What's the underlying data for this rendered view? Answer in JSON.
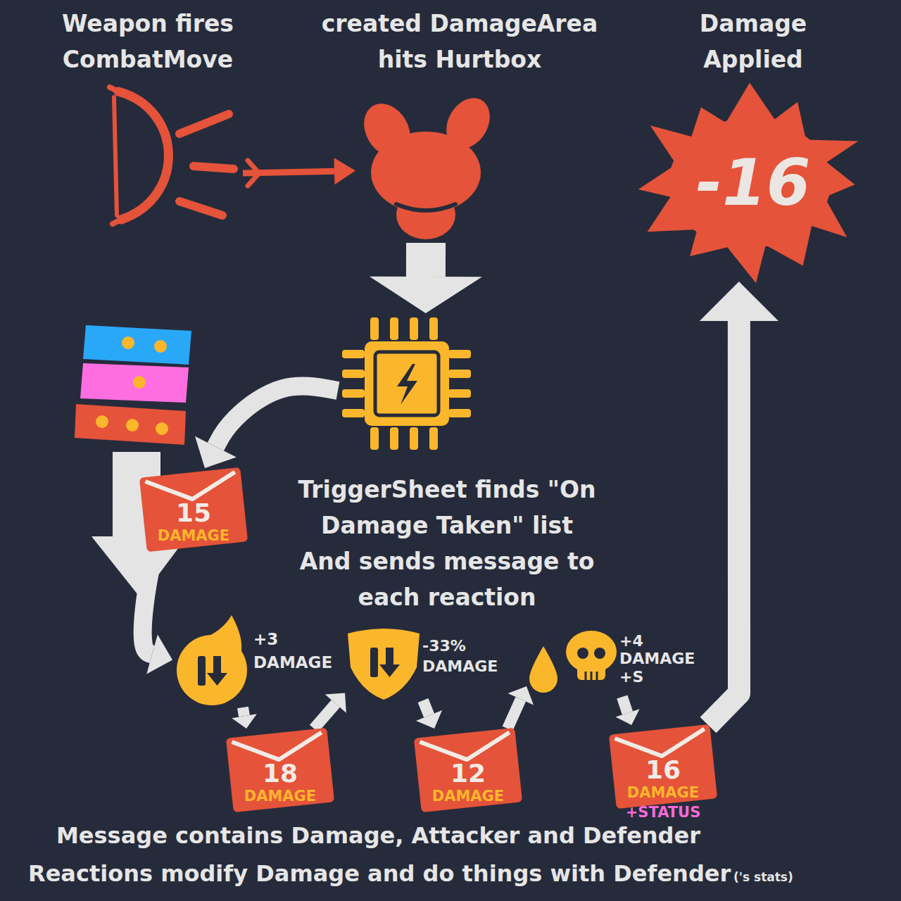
{
  "diagram": {
    "nodes": [
      {
        "text": [
          "Weapon fires CombatMove"
        ]
      },
      {
        "text": [
          "created DamageArea hits Hurtbox"
        ]
      },
      {
        "text": [
          "Damage Applied",
          "-16"
        ]
      },
      {
        "text": [
          "TriggerSheet finds \"On Damage Taken\" list And sends message to each reaction"
        ]
      },
      {
        "text": [
          "15",
          "DAMAGE"
        ]
      },
      {
        "text": [
          "+3 DAMAGE"
        ]
      },
      {
        "text": [
          "18",
          "DAMAGE"
        ]
      },
      {
        "text": [
          "-33% DAMAGE"
        ]
      },
      {
        "text": [
          "12",
          "DAMAGE"
        ]
      },
      {
        "text": [
          "+4 DAMAGE +S"
        ]
      },
      {
        "text": [
          "16",
          "DAMAGE",
          "+STATUS"
        ]
      }
    ],
    "edges": [
      {
        "from": 0,
        "to": 1,
        "arrow": "to"
      },
      {
        "from": 1,
        "to": 3,
        "arrow": "to"
      },
      {
        "from": 3,
        "to": 4,
        "arrow": "to"
      },
      {
        "from": 4,
        "to": 5,
        "arrow": "to"
      },
      {
        "from": 5,
        "to": 6,
        "arrow": "to"
      },
      {
        "from": 6,
        "to": 7,
        "arrow": "to"
      },
      {
        "from": 7,
        "to": 8,
        "arrow": "to"
      },
      {
        "from": 8,
        "to": 9,
        "arrow": "to"
      },
      {
        "from": 9,
        "to": 10,
        "arrow": "to"
      },
      {
        "from": 10,
        "to": 2,
        "arrow": "to"
      }
    ],
    "labels": [
      "Message contains Damage, Attacker and Defender",
      "Reactions modify Damage and do things with Defender",
      "('s stats)"
    ]
  }
}
